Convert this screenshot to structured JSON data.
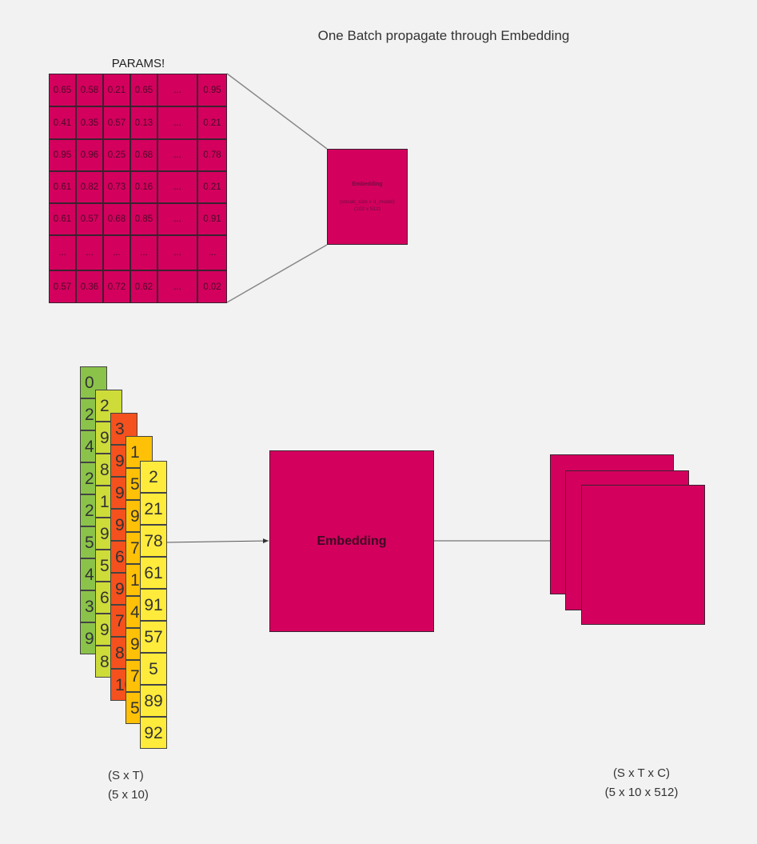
{
  "title": "One Batch propagate through Embedding",
  "params_label": "PARAMS!",
  "matrix": [
    [
      "0.65",
      "0.58",
      "0.21",
      "0.65",
      "...",
      "0.95"
    ],
    [
      "0.41",
      "0.35",
      "0.57",
      "0.13",
      "...",
      "0.21"
    ],
    [
      "0.95",
      "0.96",
      "0.25",
      "0.68",
      "...",
      "0.78"
    ],
    [
      "0.61",
      "0.82",
      "0.73",
      "0.16",
      "...",
      "0.21"
    ],
    [
      "0.61",
      "0.57",
      "0.68",
      "0.85",
      "...",
      "0.91"
    ],
    [
      "...",
      "...",
      "...",
      "...",
      "...",
      "..."
    ],
    [
      "0.57",
      "0.36",
      "0.72",
      "0.62",
      "...",
      "0.02"
    ]
  ],
  "embedding_small": {
    "title": "Embedding",
    "line1": "(vocab_size x d_model)",
    "line2": "(102 x 512)"
  },
  "embedding_big": {
    "title": "Embedding"
  },
  "input_stack": [
    {
      "color": "#8bc34a",
      "values": [
        "0",
        "2",
        "4",
        "2",
        "2",
        "5",
        "4",
        "3",
        "9"
      ]
    },
    {
      "color": "#cddc39",
      "values": [
        "2",
        "9",
        "8",
        "1",
        "9",
        "5",
        "6",
        "9",
        "8"
      ]
    },
    {
      "color": "#f4511e",
      "values": [
        "3",
        "9",
        "9",
        "9",
        "6",
        "9",
        "7",
        "8",
        "10"
      ]
    },
    {
      "color": "#ffc107",
      "values": [
        "1",
        "5",
        "9",
        "7",
        "1",
        "4",
        "9",
        "7",
        "5"
      ]
    },
    {
      "color": "#ffeb3b",
      "values": [
        "2",
        "21",
        "78",
        "61",
        "91",
        "57",
        "5",
        "89",
        "92"
      ]
    }
  ],
  "input_dims": {
    "line1": "(S x T)",
    "line2": "(5 x 10)"
  },
  "output_dims": {
    "line1": "(S x T x C)",
    "line2": "(5 x 10 x 512)"
  },
  "colors": {
    "embedding": "#d3005e",
    "background": "#f2f2f2"
  }
}
